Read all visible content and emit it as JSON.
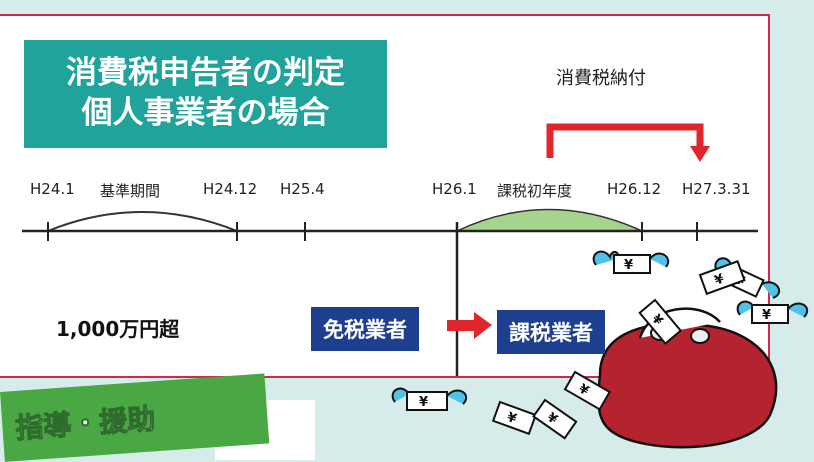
{
  "title": {
    "line1": "消費税申告者の判定",
    "line2": "個人事業者の場合"
  },
  "tax_payment_label": "消費税納付",
  "timeline": {
    "labels": [
      {
        "id": "h24-1",
        "text": "H24.1"
      },
      {
        "id": "base-period",
        "text": "基準期間"
      },
      {
        "id": "h24-12",
        "text": "H24.12"
      },
      {
        "id": "h25-4",
        "text": "H25.4"
      },
      {
        "id": "h26-1",
        "text": "H26.1"
      },
      {
        "id": "first-taxable-year",
        "text": "課税初年度"
      },
      {
        "id": "h26-12",
        "text": "H26.12"
      },
      {
        "id": "h27-3-31",
        "text": "H27.3.31"
      }
    ]
  },
  "amount_label": "1,000万円超",
  "status": {
    "exempt": "免税業者",
    "taxable": "課税業者"
  },
  "banner_text": "指導・援助",
  "colors": {
    "title_bg": "#1fa39a",
    "panel_border": "#d0294f",
    "status_bg": "#1e3f8f",
    "arrow": "#e0262d",
    "arc_fill": "#a6d48e",
    "purse": "#b5232e",
    "banner": "#49a844",
    "page_bg": "#d6ecea"
  },
  "illustration": {
    "icons": [
      "purse-icon",
      "flying-yen-bill-icon"
    ],
    "bill_symbol": "¥"
  }
}
